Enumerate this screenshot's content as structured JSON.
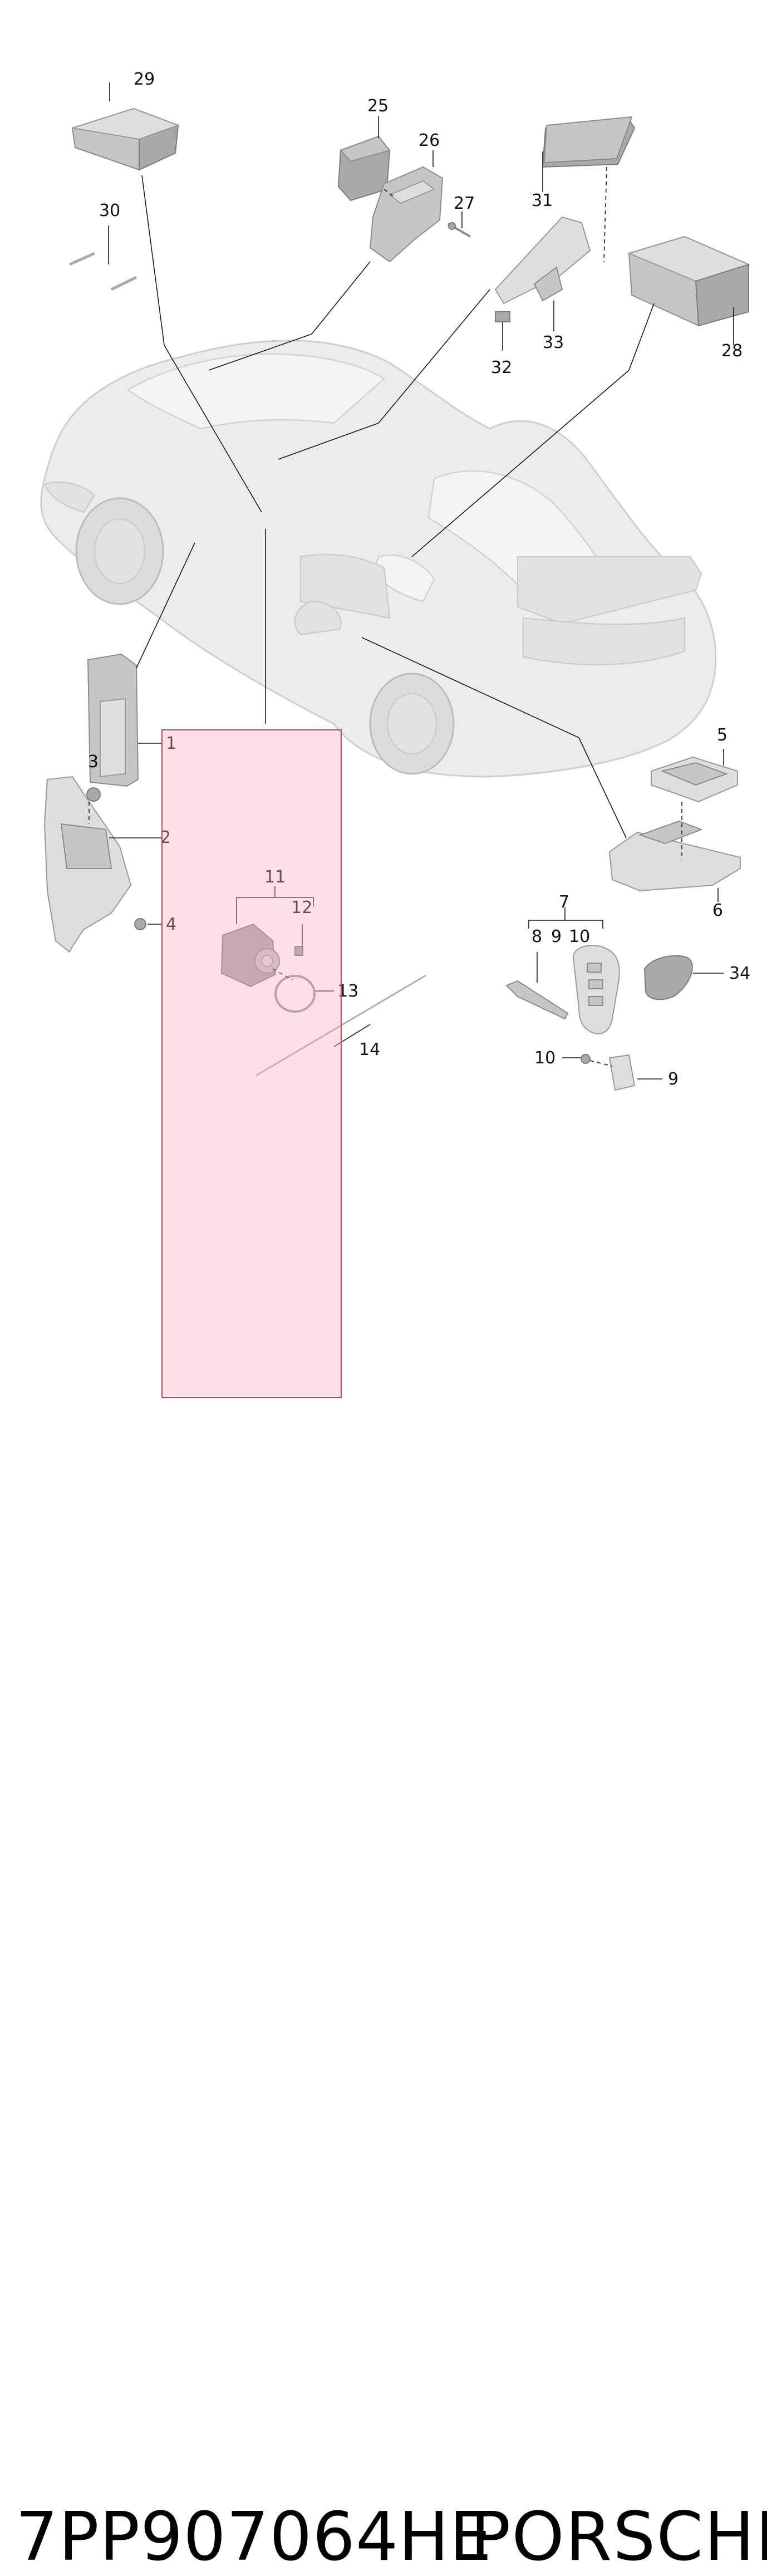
{
  "caption": {
    "part_number": "7PP907064HE",
    "brand": "PORSCHE"
  },
  "callouts": {
    "c1": "1",
    "c2": "2",
    "c3": "3",
    "c4": "4",
    "c5": "5",
    "c6": "6",
    "c7": "7",
    "c8": "8",
    "c9": "9",
    "c10": "10",
    "c9b": "9",
    "c10b": "10",
    "c11": "11",
    "c12": "12",
    "c13": "13",
    "c14": "14",
    "c25": "25",
    "c26": "26",
    "c27": "27",
    "c28": "28",
    "c29": "29",
    "c30": "30",
    "c31": "31",
    "c32": "32",
    "c33": "33",
    "c34": "34"
  },
  "highlight": {
    "color": "#f9aabd",
    "border_color": "#cc4455"
  },
  "icons": {
    "vehicle": "car-icon",
    "module": "control-unit-icon",
    "key": "key-fob-icon",
    "ring": "seal-ring-icon"
  }
}
